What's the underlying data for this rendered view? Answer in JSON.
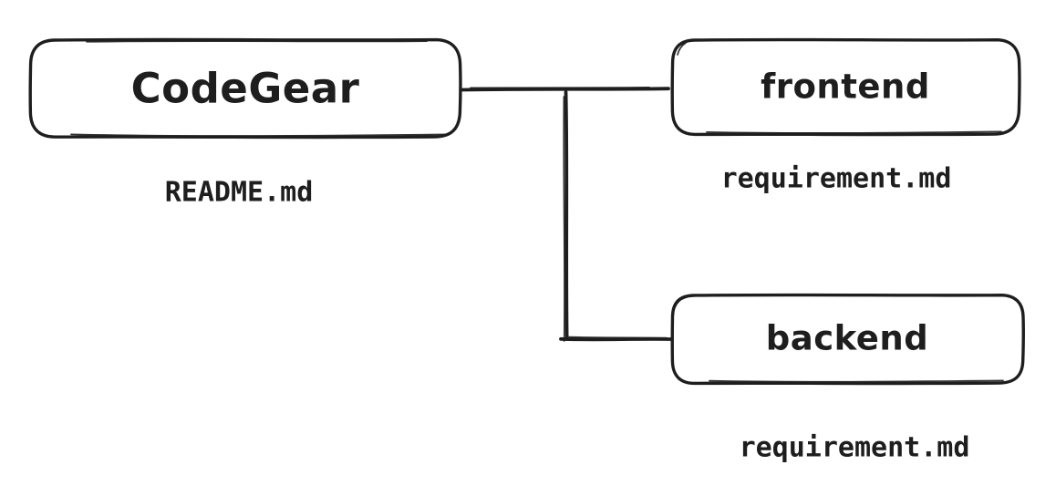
{
  "diagram": {
    "background_color": "#ffffff",
    "stroke_color": "#1e1e1e",
    "nodes": [
      {
        "id": "codegear",
        "label": "CodeGear",
        "caption": "README.md"
      },
      {
        "id": "frontend",
        "label": "frontend",
        "caption": "requirement.md"
      },
      {
        "id": "backend",
        "label": "backend",
        "caption": "requirement.md"
      }
    ],
    "edges": [
      {
        "from": "CodeGear",
        "to": "frontend"
      },
      {
        "from": "CodeGear",
        "to": "backend"
      }
    ]
  }
}
